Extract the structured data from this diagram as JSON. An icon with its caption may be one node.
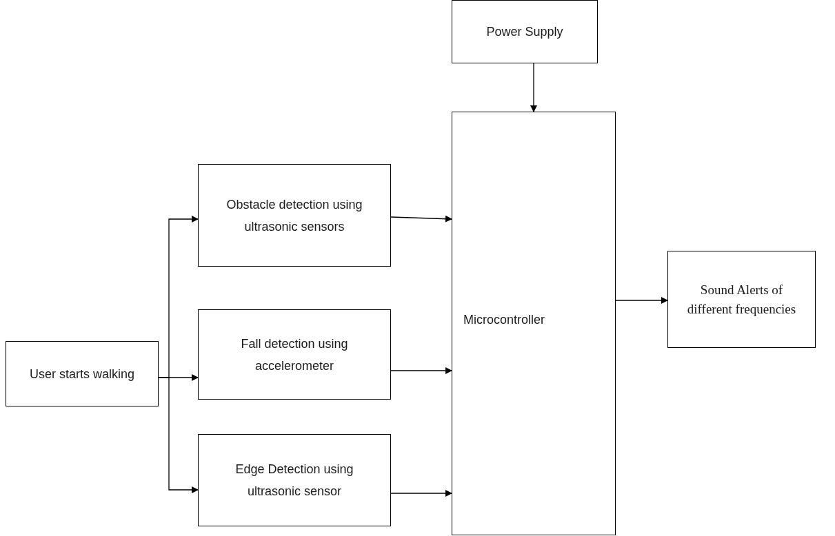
{
  "diagram": {
    "nodes": [
      {
        "text": [
          "Power Supply"
        ]
      },
      {
        "text": [
          "Microcontroller"
        ]
      },
      {
        "text": [
          "Obstacle detection using ultrasonic sensors"
        ]
      },
      {
        "text": [
          "Fall detection using accelerometer"
        ]
      },
      {
        "text": [
          "Edge Detection using ultrasonic sensor"
        ]
      },
      {
        "text": [
          "User starts walking"
        ]
      },
      {
        "text": [
          "Sound Alerts of different frequencies"
        ]
      }
    ],
    "edges": [
      {
        "from": 0,
        "to": 1,
        "arrow": "to"
      },
      {
        "from": 5,
        "to": 2,
        "arrow": "to"
      },
      {
        "from": 5,
        "to": 3,
        "arrow": "to"
      },
      {
        "from": 5,
        "to": 4,
        "arrow": "to"
      },
      {
        "from": 2,
        "to": 1,
        "arrow": "to"
      },
      {
        "from": 3,
        "to": 1,
        "arrow": "to"
      },
      {
        "from": 4,
        "to": 1,
        "arrow": "to"
      },
      {
        "from": 1,
        "to": 6,
        "arrow": "to"
      }
    ]
  }
}
